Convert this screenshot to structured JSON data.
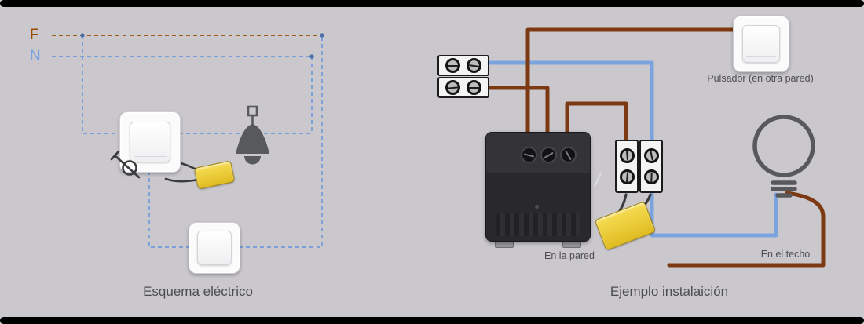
{
  "schematic": {
    "caption": "Esquema eléctrico",
    "phase_label": "F",
    "neutral_label": "N"
  },
  "installation": {
    "caption": "Ejemplo instalaición",
    "pushbutton_label": "Pulsador (en otra pared)",
    "wall_label": "En la pared",
    "ceiling_label": "En el techo"
  },
  "colors": {
    "background": "#cac8cd",
    "frame_bar": "#000000",
    "phase_brown": "#9a4a00",
    "neutral_blue": "#7aa3e0",
    "schematic_blue": "#6f9bd9",
    "wire_brown": "#7d3a12",
    "wire_blue": "#7aa3e0",
    "capacitor_yellow": "#dfbc22",
    "device_dark": "#29292b",
    "icon_gray": "#58595b",
    "text": "#4e4e50"
  },
  "icons": {
    "pendant_lamp_icon": "svg cone shade + bulb",
    "light_bulb_icon": "svg circle + screw-base bars",
    "wall_switch_icon": "nested rounded squares",
    "pushbutton_symbol_icon": "circle with diagonal actuator",
    "capacitor_icon": "yellow rounded rectangle with leads",
    "terminal_block_icon": "box with slotted screws",
    "flush_module_icon": "dark box with three terminals"
  }
}
